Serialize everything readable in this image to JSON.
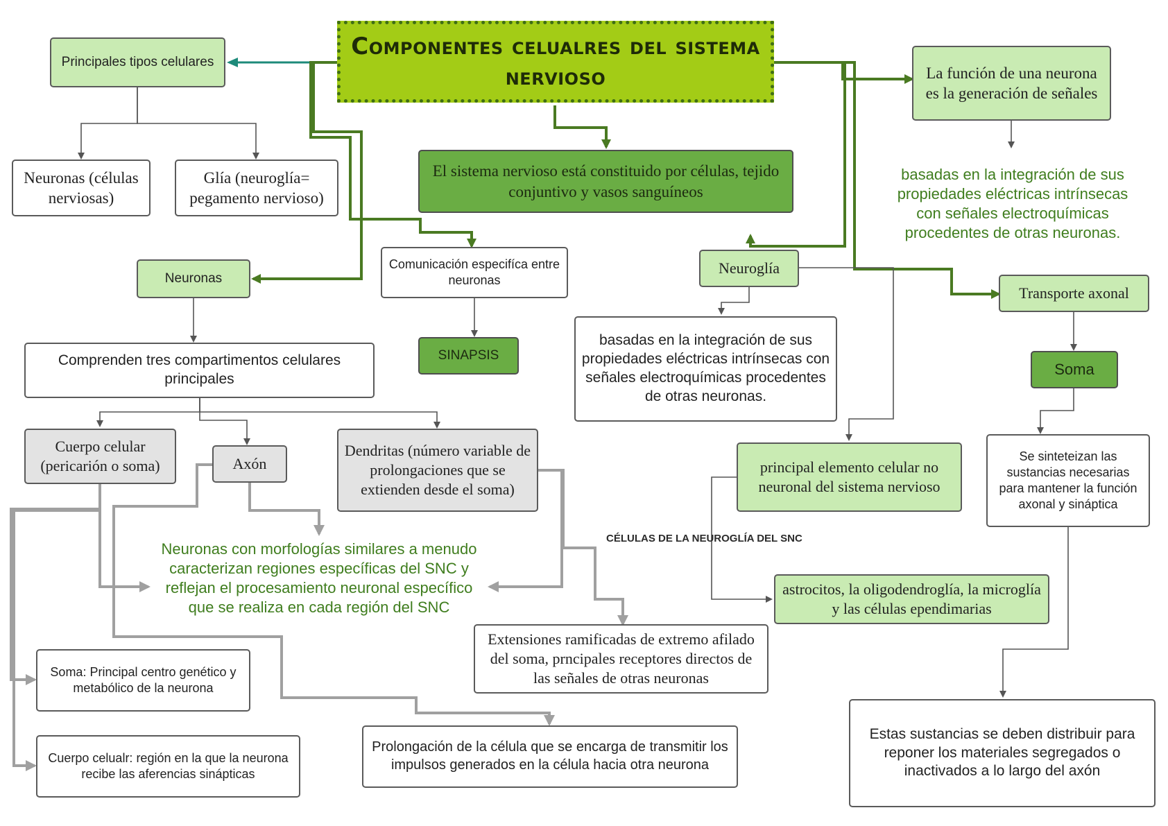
{
  "title": "Componentes celualres del sistema nervioso",
  "nodes": {
    "principales_tipos": "Principales  tipos celulares",
    "neuronas_celulas": "Neuronas (células nerviosas)",
    "glia": "Glía (neuroglía= pegamento nervioso)",
    "sistema_constituido": "El sistema nervioso está constituido por células, tejido conjuntivo y vasos sanguíneos",
    "funcion_neurona": "La función de una neurona es la generación de señales",
    "basadas_right": "basadas en la integración de sus propiedades eléctricas intrínsecas con señales electroquímicas procedentes de otras neuronas.",
    "neuronas": "Neuronas",
    "comunicacion": "Comunicación especifíca entre neuronas",
    "sinapsis": "SINAPSIS",
    "neuroglia": "Neuroglía",
    "transporte_axonal": "Transporte axonal",
    "comprenden": "Comprenden tres compartimentos celulares principales",
    "basadas_center": "basadas en la integración de sus propiedades eléctricas intrínsecas con señales electroquímicas procedentes de otras neuronas.",
    "soma": "Soma",
    "cuerpo_celular": "Cuerpo celular (pericarión o soma)",
    "axon": "Axón",
    "dendritas": "Dendritas (número variable de prolongaciones que se extienden desde el soma)",
    "principal_elemento": "principal elemento celular no neuronal del sistema nervioso",
    "se_sintetizan": "Se sinteteizan las sustancias necesarias para mantener la función axonal y sináptica",
    "celulas_neuroglia_label": "CÉLULAS DE LA NEUROGLÍA DEL SNC",
    "neuronas_morfologias": "Neuronas con morfologías similares a menudo caracterizan regiones específicas del SNC y reflejan el procesamiento neuronal específico que se realiza en cada región del SNC",
    "astrocitos": "astrocitos, la oligodendroglía, la microglía y las células ependimarias",
    "extensiones": "Extensiones ramificadas de extremo afilado del soma, prncipales receptores directos de las señales de otras neuronas",
    "soma_principal": "Soma: Principal centro genético y metabólico de la neurona",
    "cuerpo_celualr": "Cuerpo celualr: región en la que la neurona recibe las aferencias sinápticas",
    "prolongacion": "Prolongación de la célula que se encarga de transmitir los impulsos generados en la célula hacia otra neurona",
    "estas_sustancias": "Estas sustancias se deben distribuir para reponer los materiales segregados o inactivados a lo largo del axón"
  },
  "colors": {
    "title_fill": "#a3cc16",
    "title_border": "#3f6e14",
    "light_green": "#c9ebb3",
    "mid_green": "#6aad44",
    "green_arrow": "#4a7a22",
    "teal_arrow": "#1d8a7a",
    "grey_fill": "#e3e3e3",
    "grey_arrow": "#a0a0a0",
    "dark_arrow": "#555555",
    "green_text": "#3f7d1e"
  }
}
